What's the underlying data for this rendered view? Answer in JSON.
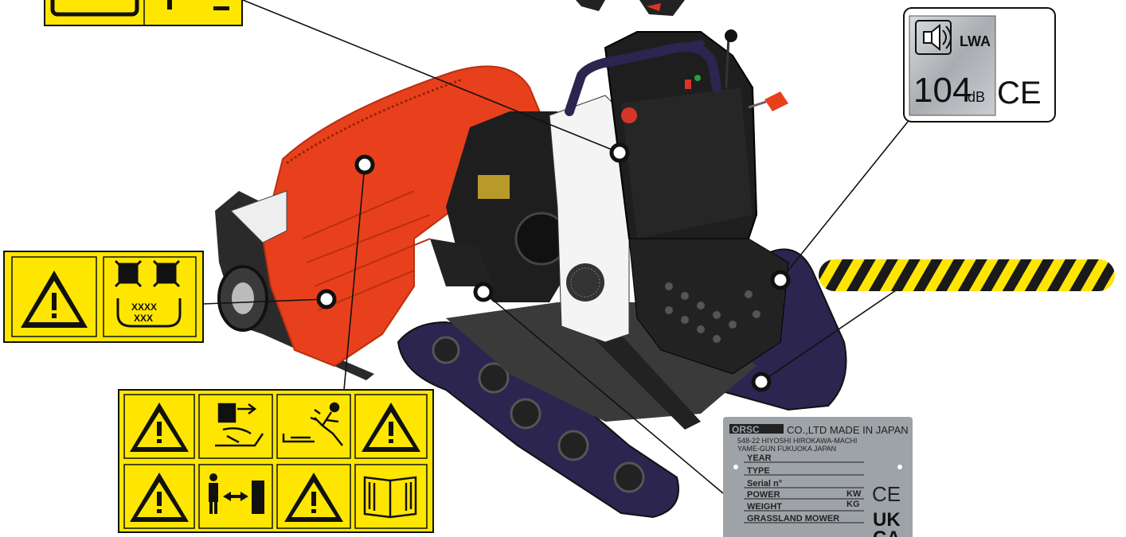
{
  "noise_label": {
    "sound_level_symbol": "LWA",
    "sound_level_value": "104",
    "sound_level_unit": "dB",
    "ce_mark": "CE"
  },
  "rating_plate": {
    "brand": "ORSC",
    "maker_line": "CO.,LTD MADE IN JAPAN",
    "address_line_1": "548-22  HIYOSHI  HIROKAWA-MACHI",
    "address_line_2": "YAME-GUN FUKUOKA  JAPAN",
    "fields": [
      "YEAR",
      "TYPE",
      "Serial n°",
      "POWER",
      "WEIGHT",
      "GRASSLAND MOWER"
    ],
    "power_unit": "KW",
    "weight_unit": "KG",
    "ce_mark": "CE",
    "ukca_mark_top": "UK",
    "ukca_mark_bottom": "CA"
  },
  "colors": {
    "warning_yellow": "#ffe600",
    "machine_red": "#e8401c",
    "track_purple": "#2b2550",
    "body_black": "#1e1e1e",
    "plate_grey": "#9ea3a8",
    "hazard_black": "#1a1a1a"
  },
  "icons": [
    "warning-triangle-icon",
    "no-hands-in-rotor-icon",
    "maintenance-manual-icon",
    "thrown-objects-person-icon",
    "keep-distance-icon",
    "read-manual-icon",
    "sound-power-icon",
    "hazard-stripe-tape"
  ]
}
